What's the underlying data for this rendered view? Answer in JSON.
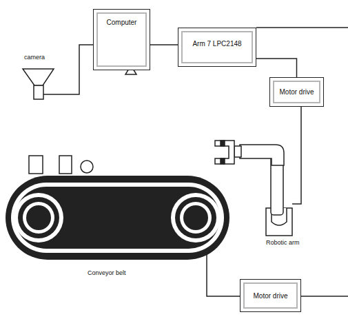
{
  "diagram": {
    "nodes": [
      {
        "text": [
          "Computer"
        ]
      },
      {
        "text": [
          "Arm 7 LPC2148"
        ]
      },
      {
        "text": [
          "Motor drive"
        ]
      },
      {
        "text": [
          "Motor drive"
        ]
      }
    ],
    "edges": [
      {
        "from": 0,
        "to": 1,
        "arrow": "none"
      },
      {
        "from": 1,
        "to": 2,
        "arrow": "none"
      }
    ],
    "labels": [
      "camera",
      "Robotic arm",
      "Conveyor belt"
    ]
  }
}
